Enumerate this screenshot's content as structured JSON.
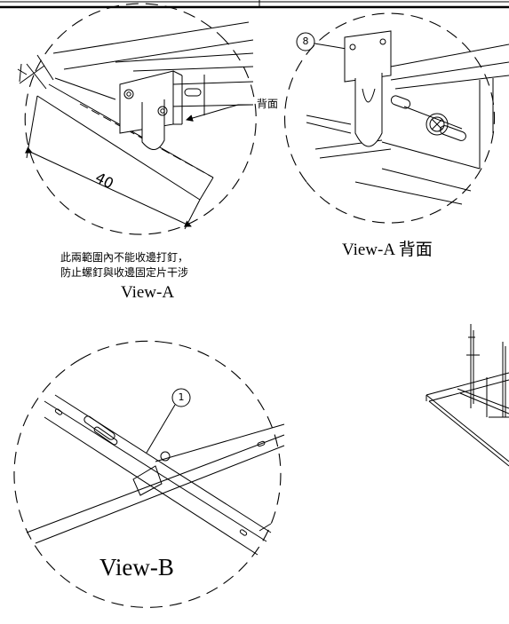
{
  "labels": {
    "back_side": "背面",
    "dimension_width": "40",
    "note_line1": "此兩範圍內不能收邊打釘，",
    "note_line2": "防止螺釘與收邊固定片干涉",
    "view_a": "View-A",
    "view_a_back": "View-A 背面",
    "view_b": "View-B",
    "callout_8": "8",
    "callout_1": "1"
  }
}
